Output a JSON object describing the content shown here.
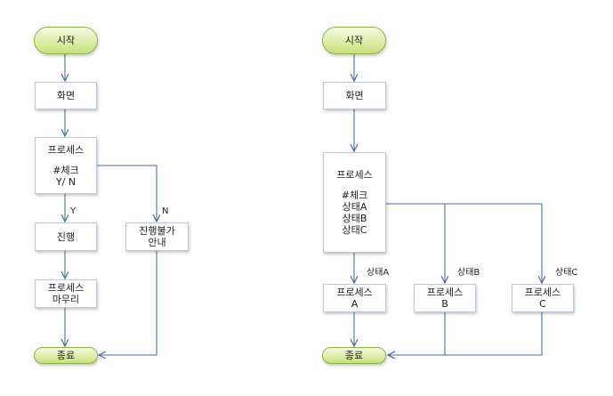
{
  "left_flow": {
    "start": "시작",
    "screen": "화면",
    "process_title": "프로세스",
    "process_check": "#체크",
    "process_yn": "Y/ N",
    "yes_label": "Y",
    "no_label": "N",
    "proceed": "진행",
    "wrapup_line1": "프로세스",
    "wrapup_line2": "마무리",
    "blocked_line1": "진행불가",
    "blocked_line2": "안내",
    "end": "종료"
  },
  "right_flow": {
    "start": "시작",
    "screen": "화면",
    "process_title": "프로세스",
    "process_check": "#체크",
    "state_a": "상태A",
    "state_b": "상태B",
    "state_c": "상태C",
    "branch_a_label": "상태A",
    "branch_b_label": "상태B",
    "branch_c_label": "상태C",
    "proc_a_line1": "프로세스",
    "proc_a_line2": "A",
    "proc_b_line1": "프로세스",
    "proc_b_line2": "B",
    "proc_c_line1": "프로세스",
    "proc_c_line2": "C",
    "end": "종료"
  },
  "colors": {
    "connector": "#4a6fa5",
    "box_border": "#bfc9d6",
    "terminal_fill": "#d4eb98",
    "terminal_border": "#8fb34a"
  }
}
